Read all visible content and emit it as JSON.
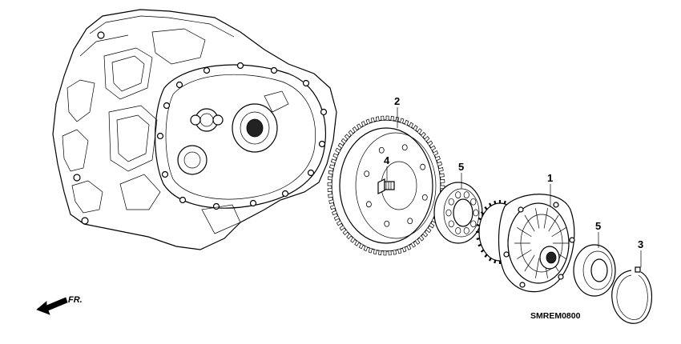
{
  "diagram": {
    "callouts": [
      {
        "id": "1",
        "text": "1"
      },
      {
        "id": "2",
        "text": "2"
      },
      {
        "id": "3",
        "text": "3"
      },
      {
        "id": "4",
        "text": "4"
      },
      {
        "id": "5a",
        "text": "5"
      },
      {
        "id": "5b",
        "text": "5"
      }
    ],
    "direction_label": "FR.",
    "diagram_code": "SMREM0800"
  }
}
